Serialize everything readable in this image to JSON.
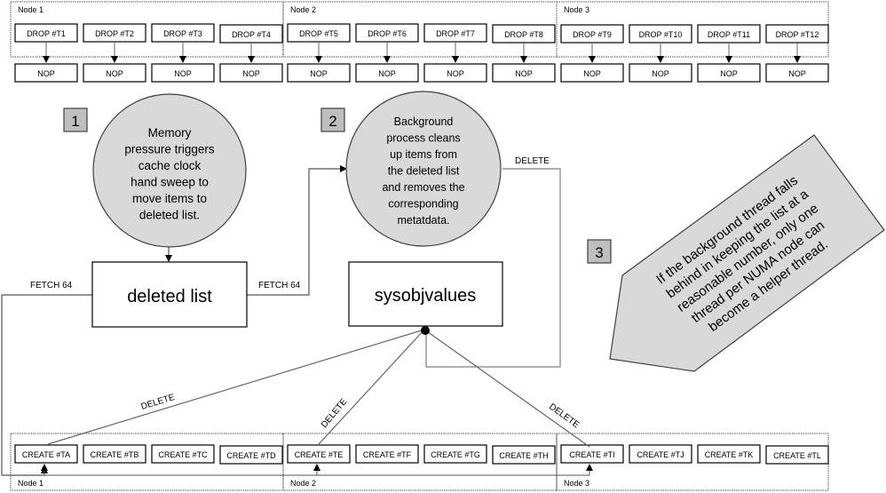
{
  "top_nodes": [
    {
      "label": "Node 1",
      "drops": [
        "DROP #T1",
        "DROP #T2",
        "DROP #T3",
        "DROP #T4"
      ]
    },
    {
      "label": "Node 2",
      "drops": [
        "DROP #T5",
        "DROP #T6",
        "DROP #T7",
        "DROP #T8"
      ]
    },
    {
      "label": "Node 3",
      "drops": [
        "DROP #T9",
        "DROP #T10",
        "DROP #T11",
        "DROP #T12"
      ]
    }
  ],
  "nop_label": "NOP",
  "bottom_nodes": [
    {
      "label": "Node 1",
      "creates": [
        "CREATE #TA",
        "CREATE #TB",
        "CREATE #TC",
        "CREATE #TD"
      ]
    },
    {
      "label": "Node 2",
      "creates": [
        "CREATE #TE",
        "CREATE #TF",
        "CREATE #TG",
        "CREATE #TH"
      ]
    },
    {
      "label": "Node 3",
      "creates": [
        "CREATE #TI",
        "CREATE #TJ",
        "CREATE #TK",
        "CREATE #TL"
      ]
    }
  ],
  "steps": {
    "step1": {
      "number": "1",
      "lines": [
        "Memory",
        "pressure triggers",
        "cache clock",
        "hand sweep to",
        "move items to",
        "deleted list."
      ]
    },
    "step2": {
      "number": "2",
      "lines": [
        "Background",
        "process cleans",
        "up items from",
        "the deleted list",
        "and removes the",
        "corresponding",
        "metatdata."
      ]
    },
    "step3": {
      "number": "3",
      "lines": [
        "If the background thread falls",
        "behind in keeping the list at a",
        "reasonable number, only one",
        "thread per NUMA node can",
        "become a helper thread."
      ]
    }
  },
  "boxes": {
    "deleted_list": "deleted list",
    "sysobjvalues": "sysobjvalues"
  },
  "edge_labels": {
    "fetch_left": "FETCH 64",
    "fetch_right": "FETCH 64",
    "delete_from_process": "DELETE",
    "delete_ta": "DELETE",
    "delete_te": "DELETE",
    "delete_ti": "DELETE"
  },
  "colors": {
    "bubble_fill": "#d9d9d9",
    "badge_fill": "#bfbfbf",
    "arrow_fill": "#d9d9d9",
    "line": "#7f7f7f"
  }
}
